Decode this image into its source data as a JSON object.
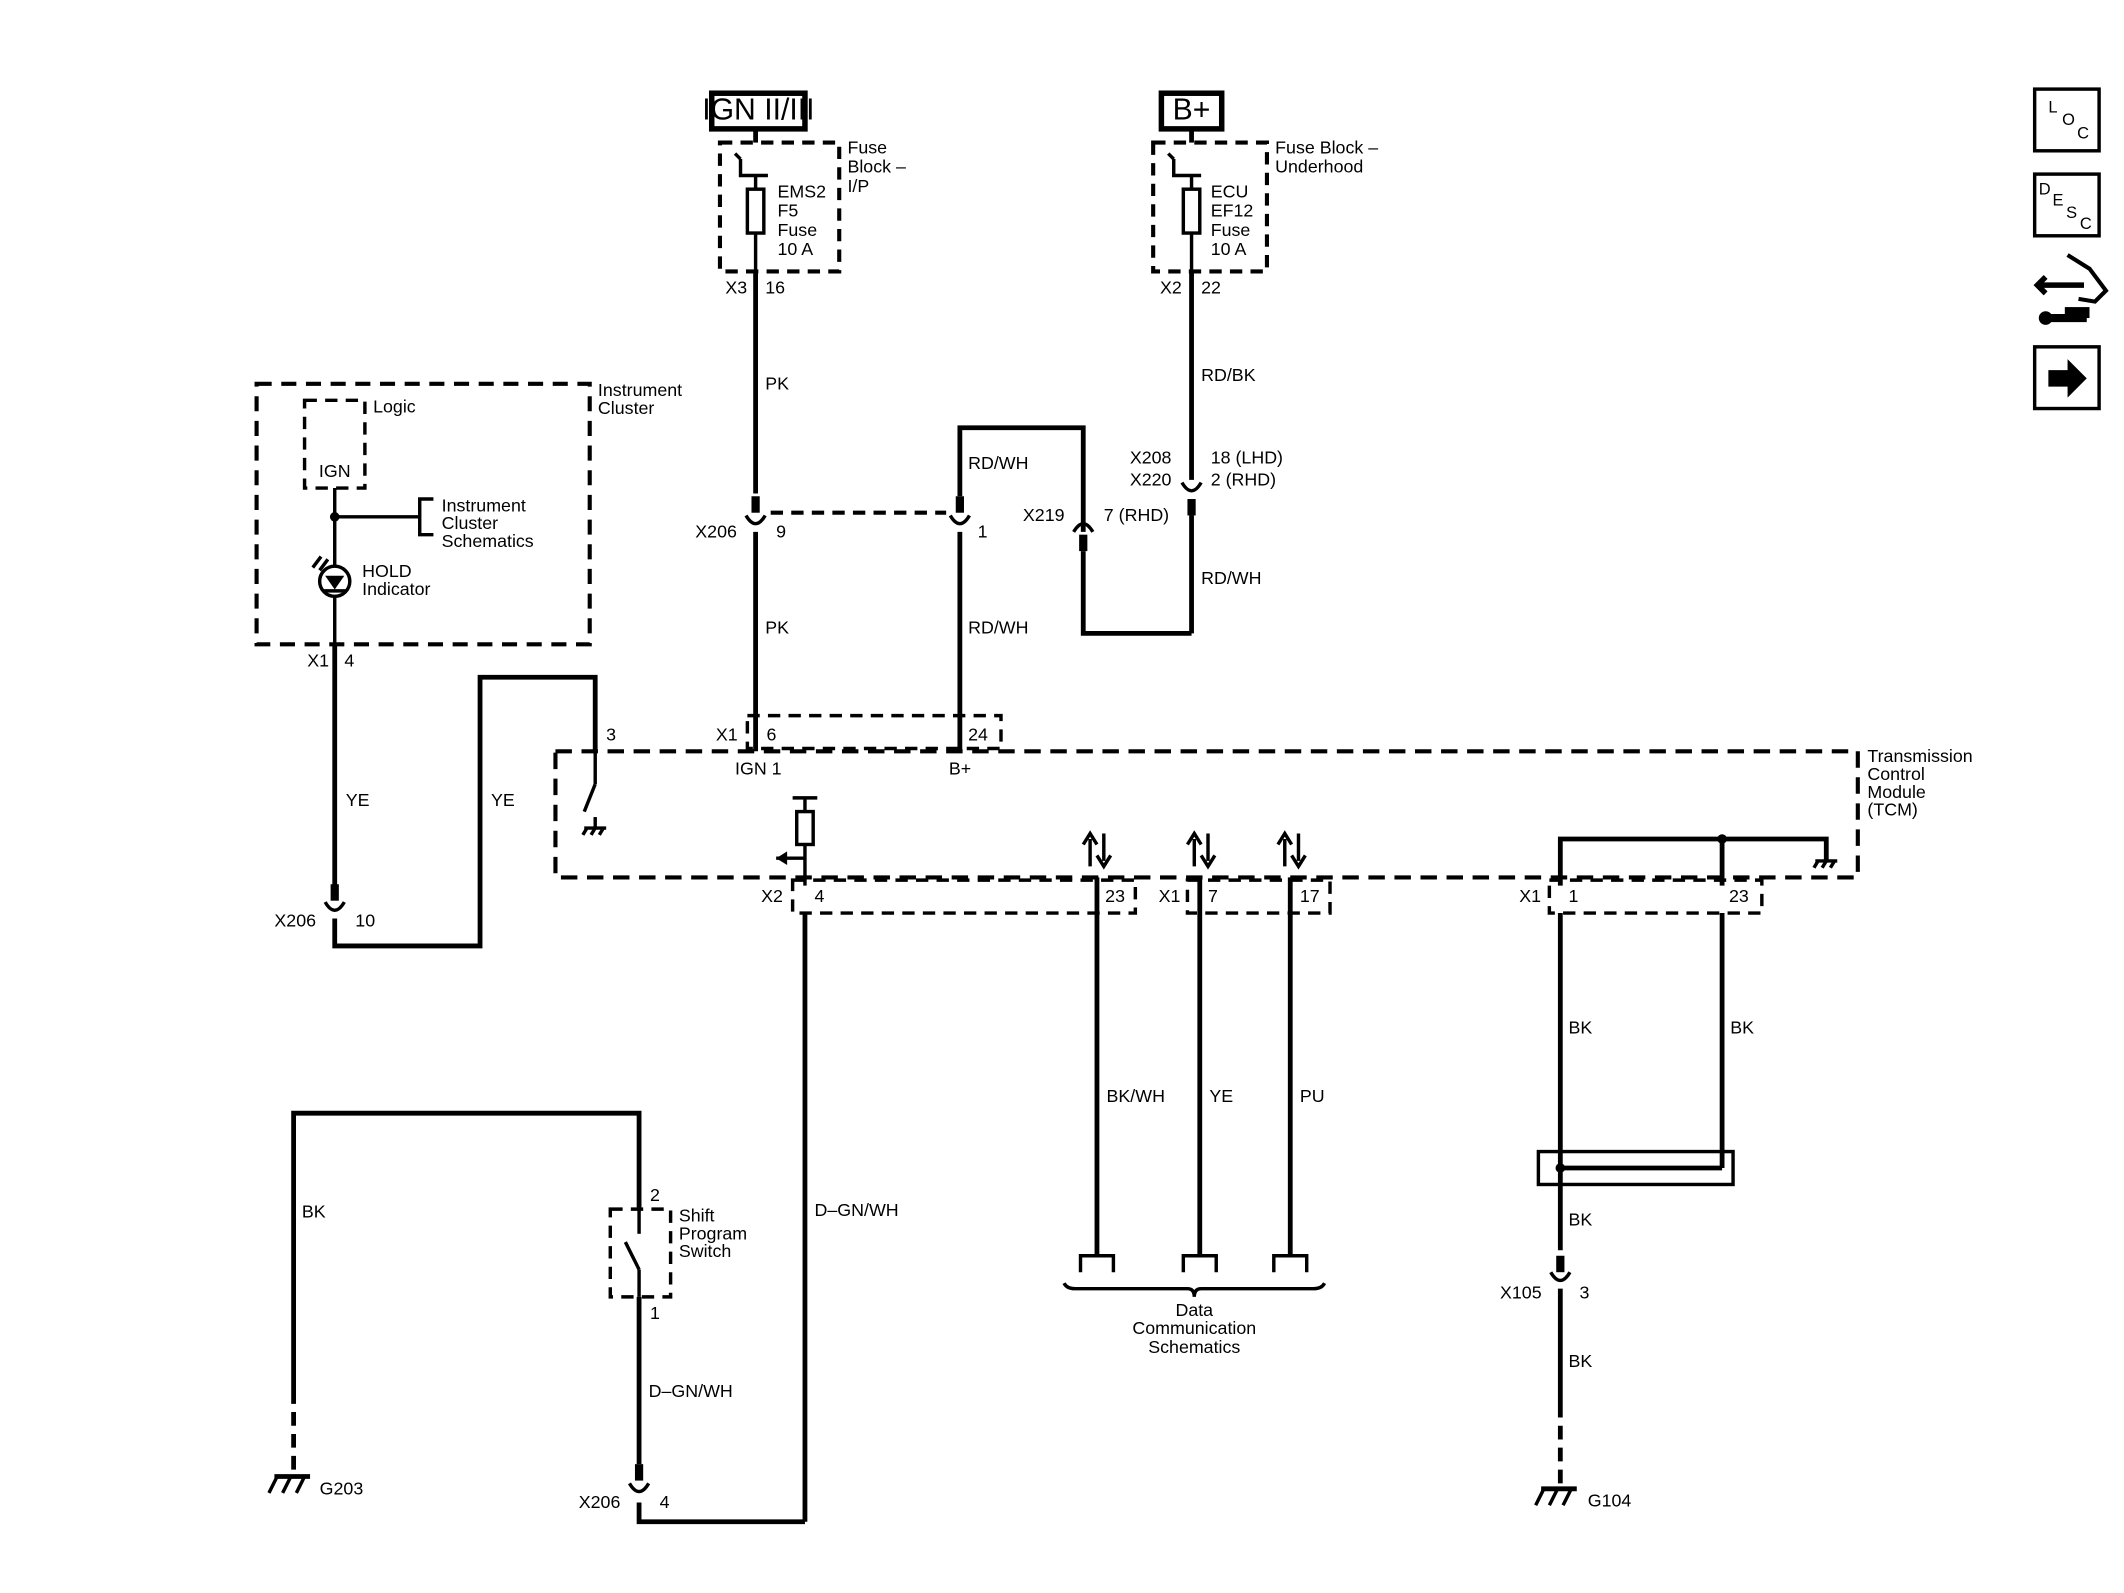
{
  "power": {
    "ign": "IGN II/III",
    "bplus": "B+"
  },
  "fuse_block_ip": {
    "title": [
      "Fuse",
      "Block –",
      "I/P"
    ],
    "fuse": [
      "EMS2",
      "F5",
      "Fuse",
      "10 A"
    ],
    "conn": "X3",
    "pin": "16"
  },
  "fuse_block_uh": {
    "title": [
      "Fuse Block –",
      "Underhood"
    ],
    "fuse": [
      "ECU",
      "EF12",
      "Fuse",
      "10 A"
    ],
    "conn": "X2",
    "pin": "22"
  },
  "instrument_cluster": {
    "title": [
      "Instrument",
      "Cluster"
    ],
    "logic": "Logic",
    "ign": "IGN",
    "ref": [
      "Instrument",
      "Cluster",
      "Schematics"
    ],
    "hold": [
      "HOLD",
      "Indicator"
    ],
    "conn": "X1",
    "pin": "4"
  },
  "tcm": {
    "title": [
      "Transmission",
      "Control",
      "Module",
      "(TCM)"
    ],
    "x1": "X1",
    "pin6": "6",
    "pin24": "24",
    "ign1": "IGN 1",
    "bplus": "B+",
    "pin3": "3",
    "x2": "X2",
    "pin4": "4",
    "pin23a": "23",
    "x1b": "X1",
    "pin7": "7",
    "pin17": "17",
    "x1c": "X1",
    "pin1": "1",
    "pin23b": "23"
  },
  "wires": {
    "pk1": "PK",
    "pk2": "PK",
    "rdbk": "RD/BK",
    "rdwh1": "RD/WH",
    "rdwh2": "RD/WH",
    "rdwh3": "RD/WH",
    "ye1": "YE",
    "ye2": "YE",
    "bkwh": "BK/WH",
    "ye3": "YE",
    "pu": "PU",
    "bk1": "BK",
    "bk2": "BK",
    "bk3": "BK",
    "bk4": "BK",
    "bk5": "BK",
    "dgnwh1": "D–GN/WH",
    "dgnwh2": "D–GN/WH"
  },
  "connectors": {
    "x206a": "X206",
    "x206a_pin": "9",
    "x206a_pin2": "1",
    "x208": "X208",
    "x220": "X220",
    "x208_pin": "18 (LHD)",
    "x220_pin": "2 (RHD)",
    "x219": "X219",
    "x219_pin": "7 (RHD)",
    "x206b": "X206",
    "x206b_pin": "10",
    "x206c": "X206",
    "x206c_pin": "4",
    "x105": "X105",
    "x105_pin": "3"
  },
  "shift_switch": {
    "label": [
      "Shift",
      "Program",
      "Switch"
    ],
    "pin2": "2",
    "pin1": "1"
  },
  "data_comm": [
    "Data",
    "Communication",
    "Schematics"
  ],
  "grounds": {
    "g203": "G203",
    "g104": "G104"
  },
  "side_icons": [
    {
      "name": "loc-icon",
      "text": "LOC"
    },
    {
      "name": "desc-icon",
      "text": "DESC"
    },
    {
      "name": "connector-wrench-icon",
      "text": ""
    },
    {
      "name": "arrow-right-icon",
      "text": ""
    }
  ]
}
